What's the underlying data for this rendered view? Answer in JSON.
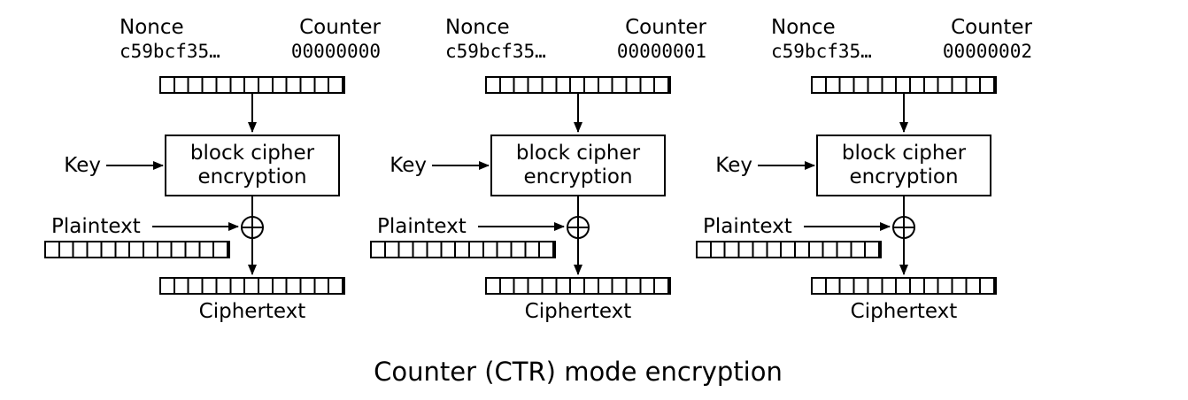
{
  "diagram": {
    "title": "Counter (CTR) mode encryption",
    "background_color": "#ffffff",
    "line_color": "#000000",
    "register_cells": 13,
    "blocks": [
      {
        "nonce_label": "Nonce",
        "nonce_value": "c59bcf35…",
        "counter_label": "Counter",
        "counter_value": "00000000",
        "key_label": "Key",
        "cipher_box_label": "block cipher encryption",
        "plaintext_label": "Plaintext",
        "ciphertext_label": "Ciphertext",
        "xor_symbol": "⊕"
      },
      {
        "nonce_label": "Nonce",
        "nonce_value": "c59bcf35…",
        "counter_label": "Counter",
        "counter_value": "00000001",
        "key_label": "Key",
        "cipher_box_label": "block cipher encryption",
        "plaintext_label": "Plaintext",
        "ciphertext_label": "Ciphertext",
        "xor_symbol": "⊕"
      },
      {
        "nonce_label": "Nonce",
        "nonce_value": "c59bcf35…",
        "counter_label": "Counter",
        "counter_value": "00000002",
        "key_label": "Key",
        "cipher_box_label": "block cipher encryption",
        "plaintext_label": "Plaintext",
        "ciphertext_label": "Ciphertext",
        "xor_symbol": "⊕"
      }
    ]
  }
}
